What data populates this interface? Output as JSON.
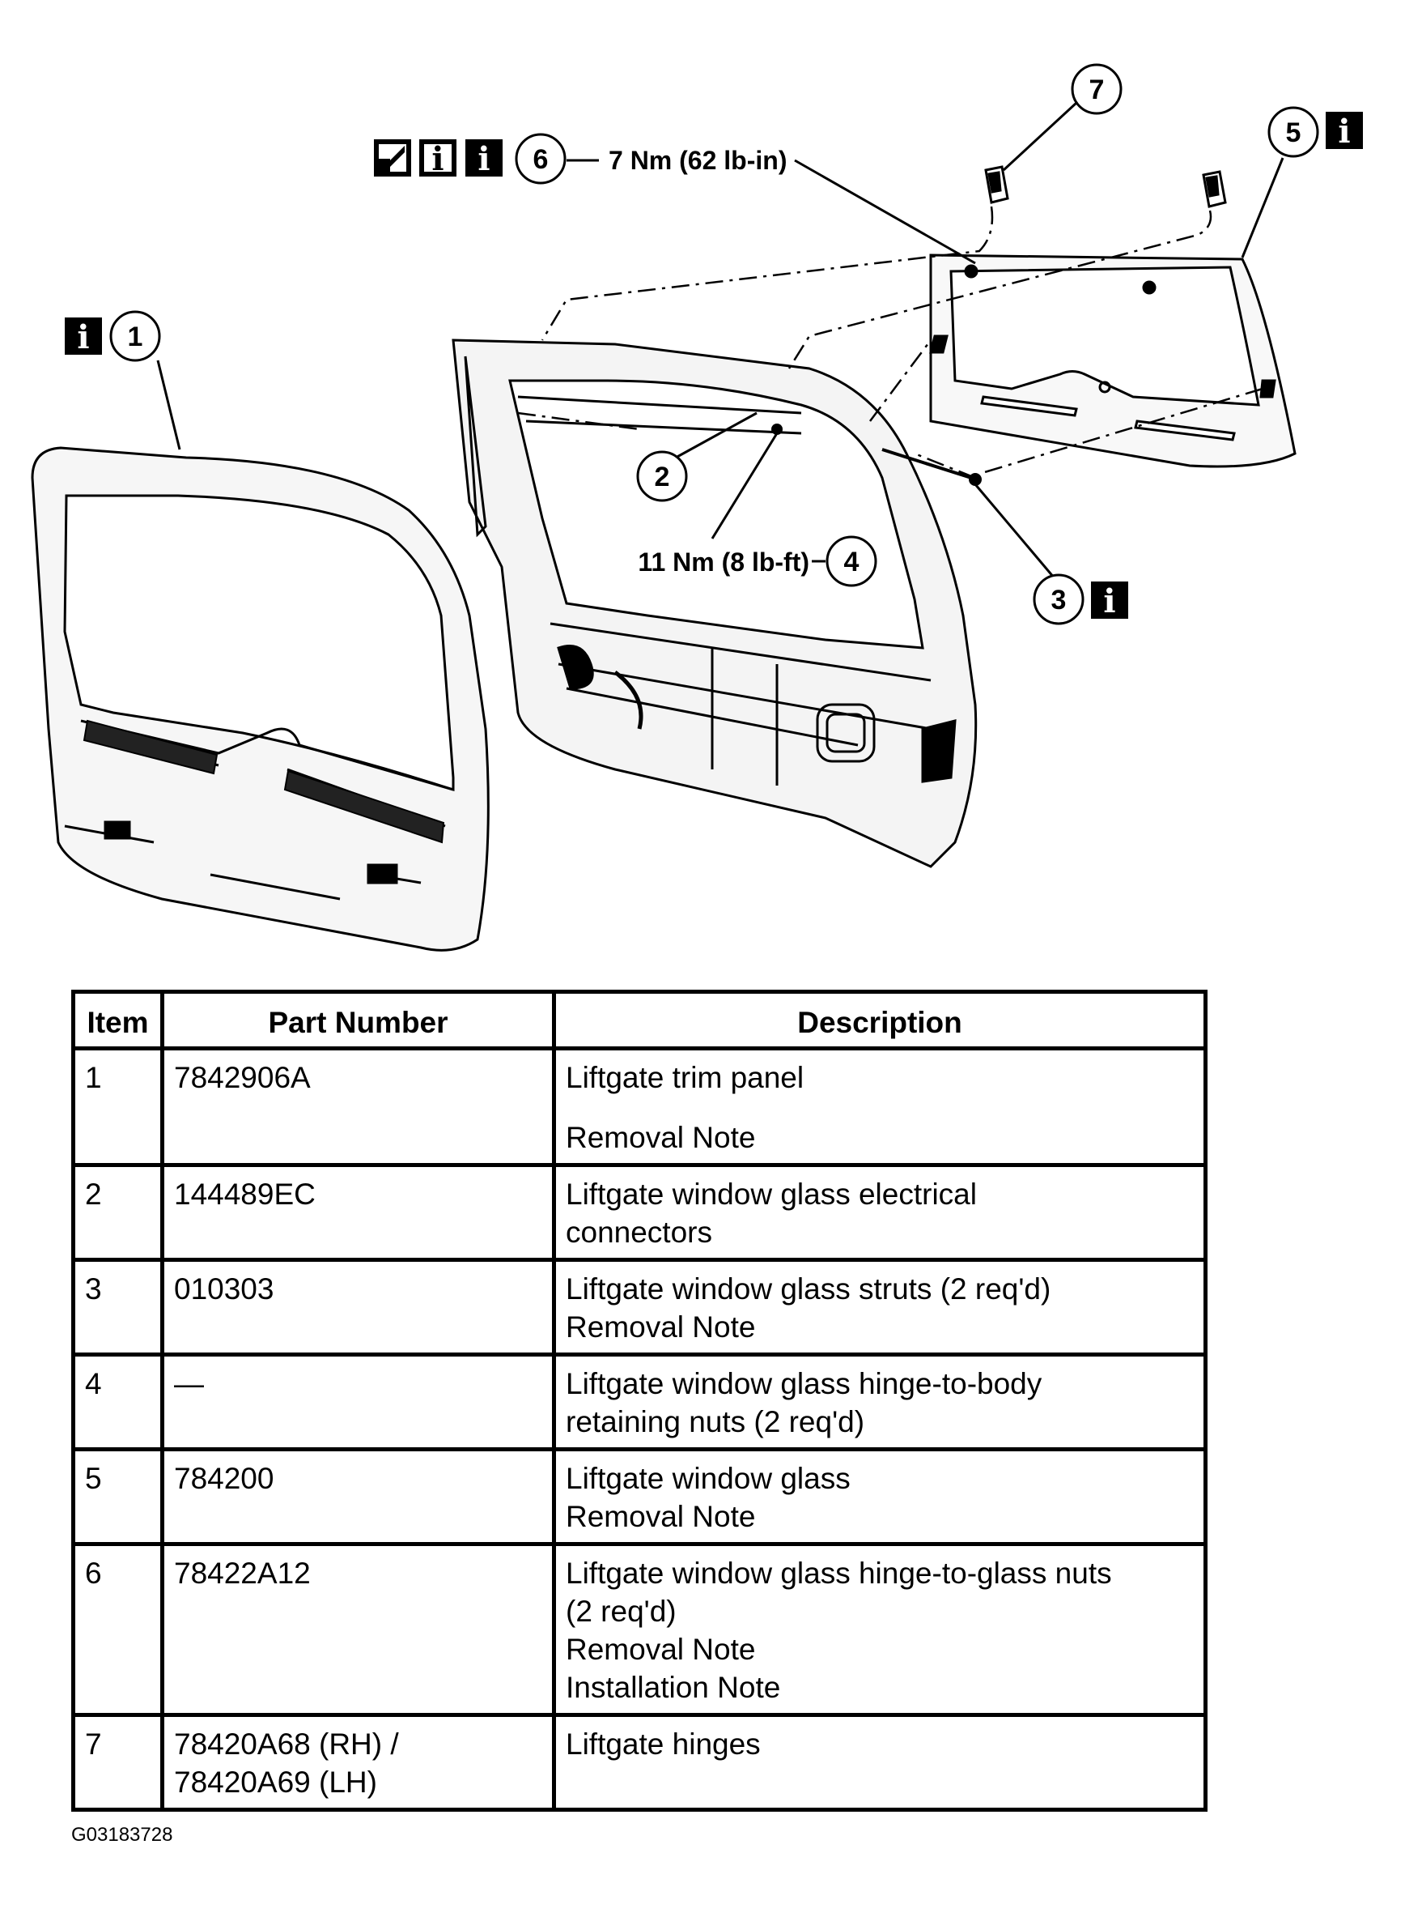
{
  "callouts": {
    "c1": "1",
    "c2": "2",
    "c3": "3",
    "c4": "4",
    "c5": "5",
    "c6": "6",
    "c7": "7",
    "torque_6": "7 Nm (62 lb-in)",
    "torque_4": "11 Nm (8 lb-ft)",
    "info_symbol": "i"
  },
  "table": {
    "headers": [
      "Item",
      "Part Number",
      "Description"
    ],
    "rows": [
      {
        "item": "1",
        "part": [
          "7842906A"
        ],
        "desc": [
          "Liftgate trim panel",
          "Removal Note"
        ]
      },
      {
        "item": "2",
        "part": [
          "144489EC"
        ],
        "desc": [
          "Liftgate window glass electrical",
          "connectors"
        ]
      },
      {
        "item": "3",
        "part": [
          "010303"
        ],
        "desc": [
          "Liftgate window glass struts (2 req'd)",
          "Removal Note"
        ]
      },
      {
        "item": "4",
        "part": [
          "—"
        ],
        "desc": [
          "Liftgate window glass hinge-to-body",
          "retaining nuts (2 req'd)"
        ]
      },
      {
        "item": "5",
        "part": [
          "784200"
        ],
        "desc": [
          "Liftgate window glass",
          "Removal Note"
        ]
      },
      {
        "item": "6",
        "part": [
          "78422A12"
        ],
        "desc": [
          "Liftgate window glass hinge-to-glass nuts",
          "(2 req'd)",
          "Removal Note",
          "Installation Note"
        ]
      },
      {
        "item": "7",
        "part": [
          "78420A68 (RH) /",
          "78420A69 (LH)"
        ],
        "desc": [
          "Liftgate hinges"
        ]
      }
    ]
  },
  "figure_id": "G03183728",
  "colors": {
    "ink": "#000000",
    "paper": "#ffffff",
    "panel_fill": "#f4f4f4"
  }
}
